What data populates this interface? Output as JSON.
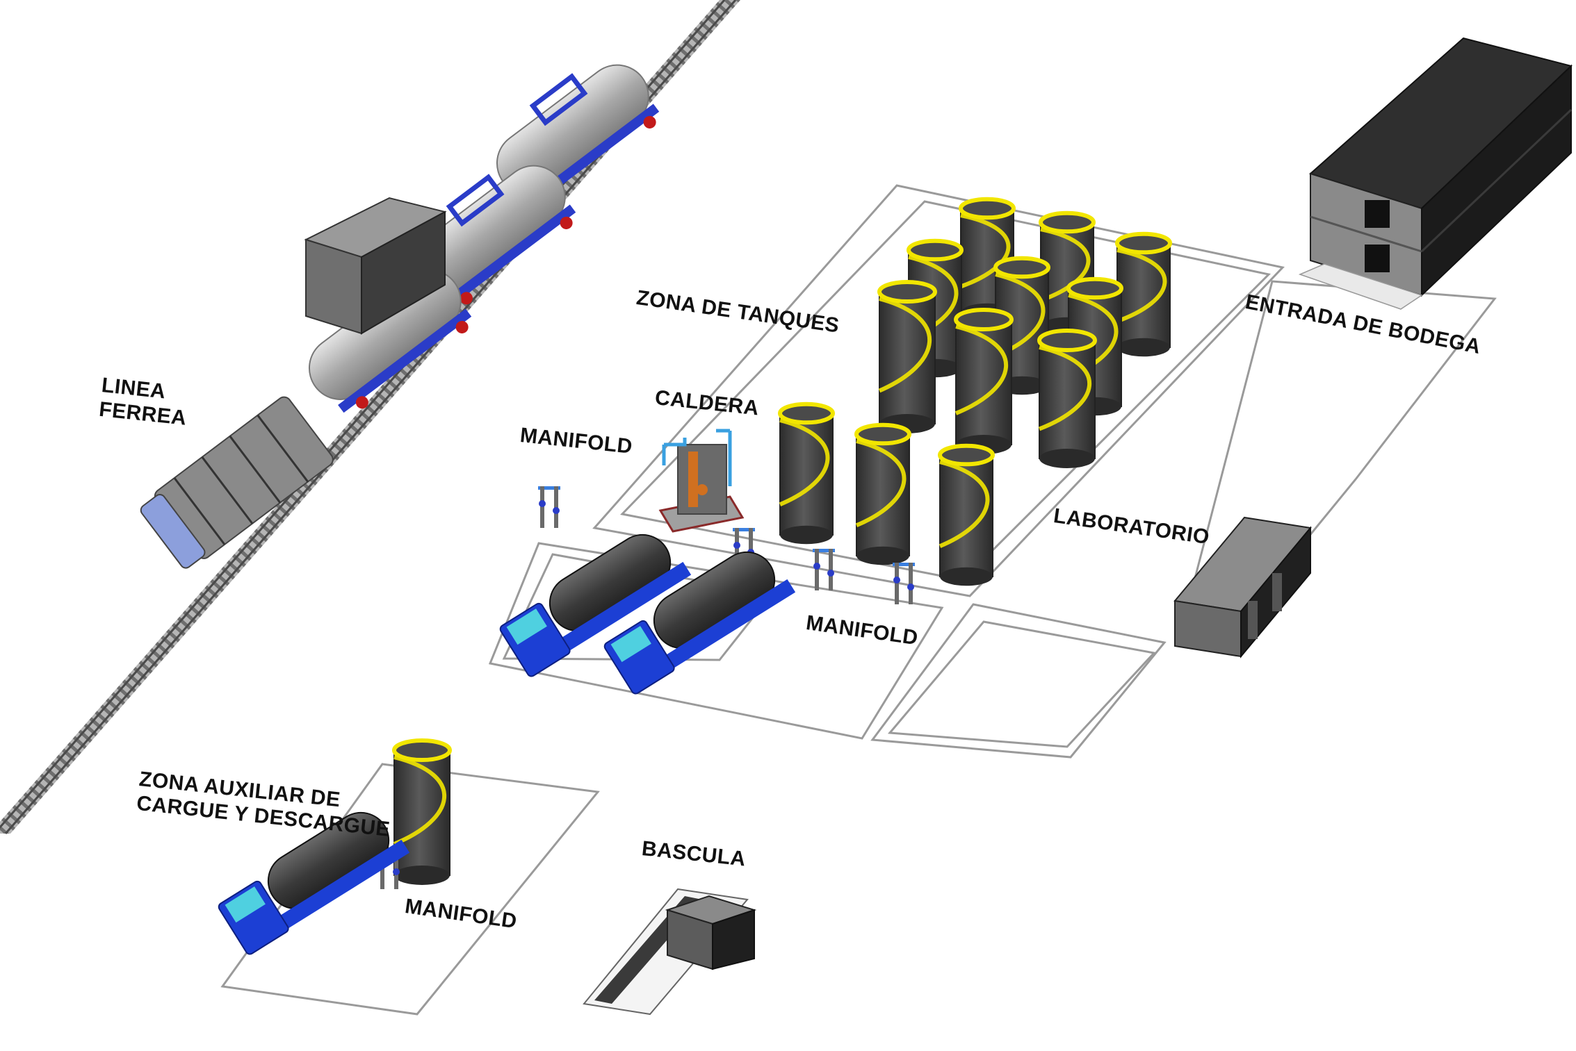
{
  "labels": {
    "linea_ferrea_1": "LINEA",
    "linea_ferrea_2": "FERREA",
    "zona_tanques": "ZONA DE TANQUES",
    "caldera": "CALDERA",
    "manifold_1": "MANIFOLD",
    "manifold_2": "MANIFOLD",
    "manifold_3": "MANIFOLD",
    "entrada_bodega": "ENTRADA DE BODEGA",
    "laboratorio": "LABORATORIO",
    "zona_auxiliar_1": "ZONA AUXILIAR DE",
    "zona_auxiliar_2": "CARGUE Y DESCARGUE",
    "bascula": "BASCULA"
  },
  "colors": {
    "tank_body": "#3f3f3f",
    "tank_accent": "#f2e600",
    "truck_blue": "#1c3fd4",
    "truck_cab_glass": "#4fd0e0",
    "building_grey": "#8c8c8c",
    "rail": "#7a7a7a",
    "railcar": "#c8c8c8",
    "outline": "#9a9a9a"
  },
  "icons": [
    "storage-tank-icon",
    "tanker-truck-icon",
    "railcar-icon",
    "locomotive-icon",
    "manifold-icon",
    "boiler-icon",
    "warehouse-icon",
    "lab-building-icon",
    "scale-icon"
  ]
}
